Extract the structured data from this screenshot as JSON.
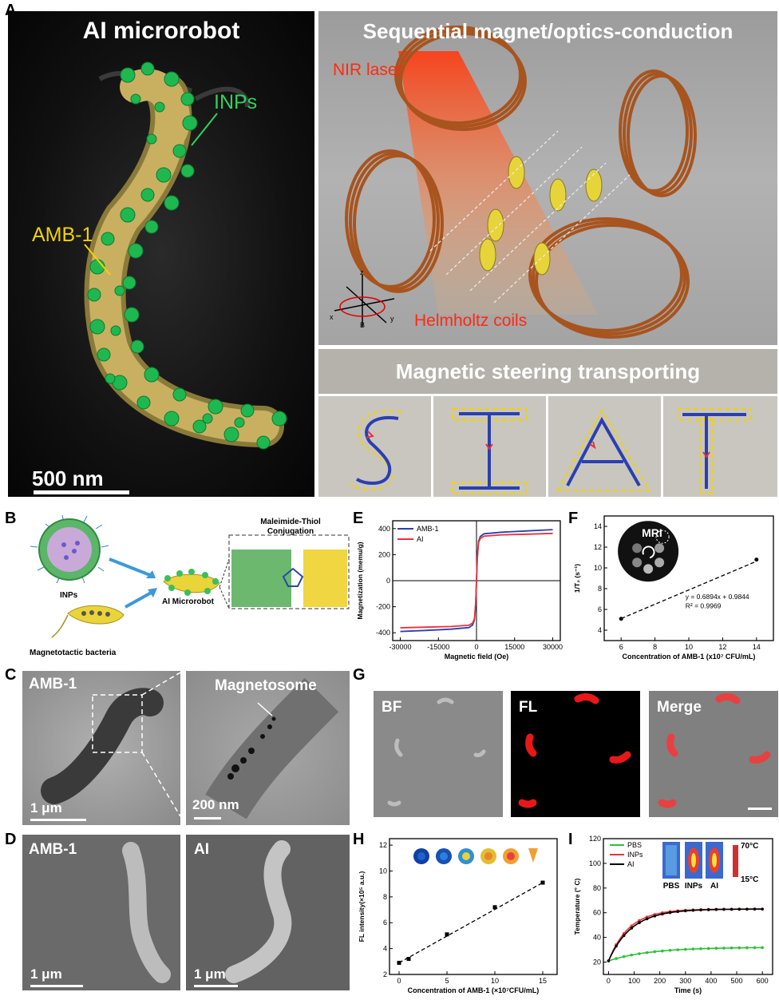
{
  "panels": {
    "A": "A",
    "B": "B",
    "C": "C",
    "D": "D",
    "E": "E",
    "F": "F",
    "G": "G",
    "H": "H",
    "I": "I"
  },
  "panelA": {
    "left_title": "AI microrobot",
    "label_inps": "INPs",
    "label_amb1": "AMB-1",
    "scale": "500 nm",
    "right_title": "Sequential magnet/optics-conduction",
    "nir": "NIR laser",
    "coils": "Helmholtz coils",
    "axis_z": "z",
    "axis_x": "x",
    "axis_y": "y",
    "axis_b": "B",
    "steer_title": "Magnetic steering transporting"
  },
  "panelB": {
    "inps": "INPs",
    "bacteria": "Magnetotactic bacteria",
    "robot": "AI Microrobot",
    "conj_line1": "Maleimide-Thiol",
    "conj_line2": "Conjugation"
  },
  "panelC": {
    "left_label": "AMB-1",
    "left_scale": "1 μm",
    "right_label": "Magnetosome",
    "right_scale": "200 nm"
  },
  "panelD": {
    "left_label": "AMB-1",
    "left_scale": "1 μm",
    "right_label": "AI",
    "right_scale": "1 μm"
  },
  "panelG": {
    "bf": "BF",
    "fl": "FL",
    "merge": "Merge"
  },
  "colors": {
    "blue": "#2b3fae",
    "red": "#e8323c",
    "green": "#2fbf3a",
    "black": "#000000",
    "yellow_dash": "#f2d200"
  },
  "chart_data": [
    {
      "id": "E",
      "type": "line",
      "xlabel": "Magnetic field (Oe)",
      "ylabel": "Magnetization (memu/g)",
      "xticks": [
        "-30000",
        "-15000",
        "0",
        "15000",
        "30000"
      ],
      "yticks": [
        "-400",
        "-200",
        "0",
        "200",
        "400"
      ],
      "xlim": [
        -33000,
        33000
      ],
      "ylim": [
        -460,
        460
      ],
      "legend": "top-left",
      "series": [
        {
          "name": "AMB-1",
          "color": "#2b3fae",
          "x": [
            -30000,
            -20000,
            -10000,
            -3000,
            -1500,
            -800,
            -300,
            0,
            300,
            800,
            1500,
            3000,
            10000,
            20000,
            30000
          ],
          "y": [
            -390,
            -382,
            -372,
            -360,
            -340,
            -300,
            -180,
            0,
            180,
            300,
            340,
            360,
            372,
            382,
            392
          ]
        },
        {
          "name": "AI",
          "color": "#e8323c",
          "x": [
            -30000,
            -20000,
            -10000,
            -3000,
            -1500,
            -800,
            -300,
            0,
            300,
            800,
            1500,
            3000,
            10000,
            20000,
            30000
          ],
          "y": [
            -362,
            -357,
            -352,
            -342,
            -325,
            -290,
            -170,
            0,
            170,
            290,
            325,
            342,
            352,
            357,
            363
          ]
        }
      ]
    },
    {
      "id": "F",
      "type": "scatter",
      "xlabel": "Concentration of AMB-1 (x10⁷ CFU/mL)",
      "ylabel": "1/T₂ (s⁻¹)",
      "xticks": [
        "6",
        "8",
        "10",
        "12",
        "14"
      ],
      "yticks": [
        "4",
        "6",
        "8",
        "10",
        "12",
        "14"
      ],
      "xlim": [
        5,
        15
      ],
      "ylim": [
        3,
        15
      ],
      "points": {
        "x": [
          6,
          14
        ],
        "y": [
          5.1,
          10.8
        ]
      },
      "fit": {
        "slope": 0.6894,
        "intercept": 0.9844
      },
      "eq": "y = 0.6894x + 0.9844",
      "r2": "R² = 0.9969",
      "inset_label": "MRI"
    },
    {
      "id": "H",
      "type": "scatter",
      "xlabel": "Concentration of AMB-1 (×10⁷CFU/mL)",
      "ylabel": "FL intensity(×10⁵ a.u.)",
      "xticks": [
        "0",
        "5",
        "10",
        "15"
      ],
      "yticks": [
        "2",
        "4",
        "6",
        "8",
        "10",
        "12"
      ],
      "xlim": [
        -1,
        16.5
      ],
      "ylim": [
        2,
        12.5
      ],
      "points": {
        "x": [
          0,
          1,
          5,
          10,
          15
        ],
        "y": [
          2.9,
          3.2,
          5.1,
          7.2,
          9.1
        ]
      }
    },
    {
      "id": "I",
      "type": "line",
      "xlabel": "Time (s)",
      "ylabel": "Temperature (° C)",
      "xticks": [
        "0",
        "100",
        "200",
        "300",
        "400",
        "500",
        "600"
      ],
      "yticks": [
        "20",
        "40",
        "60",
        "80",
        "100",
        "120"
      ],
      "xlim": [
        -20,
        640
      ],
      "ylim": [
        10,
        120
      ],
      "legend": "top-left",
      "series": [
        {
          "name": "PBS",
          "color": "#2fbf3a",
          "plateau": 32,
          "tau": 160
        },
        {
          "name": "INPs",
          "color": "#e8323c",
          "plateau": 63,
          "tau": 80
        },
        {
          "name": "AI",
          "color": "#000000",
          "plateau": 63,
          "tau": 90
        }
      ],
      "start_temp": 21,
      "inset_labels": [
        "PBS",
        "INPs",
        "AI"
      ],
      "scale_hi": "70°C",
      "scale_lo": "15°C"
    }
  ]
}
